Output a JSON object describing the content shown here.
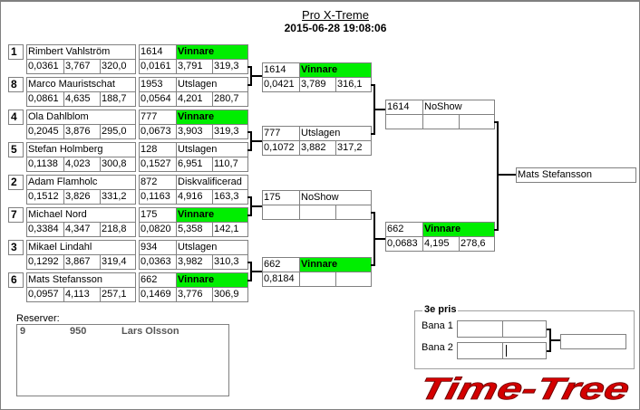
{
  "header": {
    "title": "Pro X-Treme",
    "datetime": "2015-06-28 19:08:06"
  },
  "round1": [
    {
      "seed": "1",
      "name": "Rimbert Vahlström",
      "stats": [
        "0,0361",
        "3,767",
        "320,0"
      ],
      "lane": "1614",
      "result": "Vinnare",
      "winner": true,
      "lane_stats": [
        "0,0161",
        "3,791",
        "319,3"
      ]
    },
    {
      "seed": "8",
      "name": "Marco Mauristschat",
      "stats": [
        "0,0861",
        "4,635",
        "188,7"
      ],
      "lane": "1953",
      "result": "Utslagen",
      "winner": false,
      "lane_stats": [
        "0,0564",
        "4,201",
        "280,7"
      ]
    },
    {
      "seed": "4",
      "name": "Ola Dahlblom",
      "stats": [
        "0,2045",
        "3,876",
        "295,0"
      ],
      "lane": "777",
      "result": "Vinnare",
      "winner": true,
      "lane_stats": [
        "0,0673",
        "3,903",
        "319,3"
      ]
    },
    {
      "seed": "5",
      "name": "Stefan Holmberg",
      "stats": [
        "0,1138",
        "4,023",
        "300,8"
      ],
      "lane": "128",
      "result": "Utslagen",
      "winner": false,
      "lane_stats": [
        "0,1527",
        "6,951",
        "110,7"
      ]
    },
    {
      "seed": "2",
      "name": "Adam Flamholc",
      "stats": [
        "0,1512",
        "3,826",
        "331,2"
      ],
      "lane": "872",
      "result": "Diskvalificerad",
      "winner": false,
      "lane_stats": [
        "0,1163",
        "4,916",
        "163,3"
      ]
    },
    {
      "seed": "7",
      "name": "Michael Nord",
      "stats": [
        "0,3384",
        "4,347",
        "218,8"
      ],
      "lane": "175",
      "result": "Vinnare",
      "winner": true,
      "lane_stats": [
        "0,0820",
        "5,358",
        "142,1"
      ]
    },
    {
      "seed": "3",
      "name": "Mikael Lindahl",
      "stats": [
        "0,1292",
        "3,867",
        "319,4"
      ],
      "lane": "934",
      "result": "Utslagen",
      "winner": false,
      "lane_stats": [
        "0,0363",
        "3,982",
        "310,3"
      ]
    },
    {
      "seed": "6",
      "name": "Mats Stefansson",
      "stats": [
        "0,0957",
        "4,113",
        "257,1"
      ],
      "lane": "662",
      "result": "Vinnare",
      "winner": true,
      "lane_stats": [
        "0,1469",
        "3,776",
        "306,9"
      ]
    }
  ],
  "round2": [
    {
      "lane": "1614",
      "result": "Vinnare",
      "winner": true,
      "stats": [
        "0,0421",
        "3,789",
        "316,1"
      ]
    },
    {
      "lane": "777",
      "result": "Utslagen",
      "winner": false,
      "stats": [
        "0,1072",
        "3,882",
        "317,2"
      ]
    },
    {
      "lane": "175",
      "result": "NoShow",
      "winner": false,
      "stats": [
        "",
        "",
        ""
      ]
    },
    {
      "lane": "662",
      "result": "Vinnare",
      "winner": true,
      "stats": [
        "0,8184",
        "",
        ""
      ]
    }
  ],
  "round3": [
    {
      "lane": "1614",
      "result": "NoShow",
      "winner": false,
      "stats": [
        "",
        "",
        ""
      ]
    },
    {
      "lane": "662",
      "result": "Vinnare",
      "winner": true,
      "stats": [
        "0,0683",
        "4,195",
        "278,6"
      ]
    }
  ],
  "final": {
    "winner_name": "Mats Stefansson"
  },
  "reserves": {
    "label": "Reserver:",
    "items": [
      {
        "seed": "9",
        "number": "950",
        "name": "Lars Olsson"
      }
    ]
  },
  "third_place": {
    "title": "3e pris",
    "lane1_label": "Bana 1",
    "lane2_label": "Bana 2"
  },
  "logo": {
    "text": "Time-Tree",
    "color": "#d40000"
  },
  "colors": {
    "winner": "#00ee00",
    "border": "#808080"
  }
}
